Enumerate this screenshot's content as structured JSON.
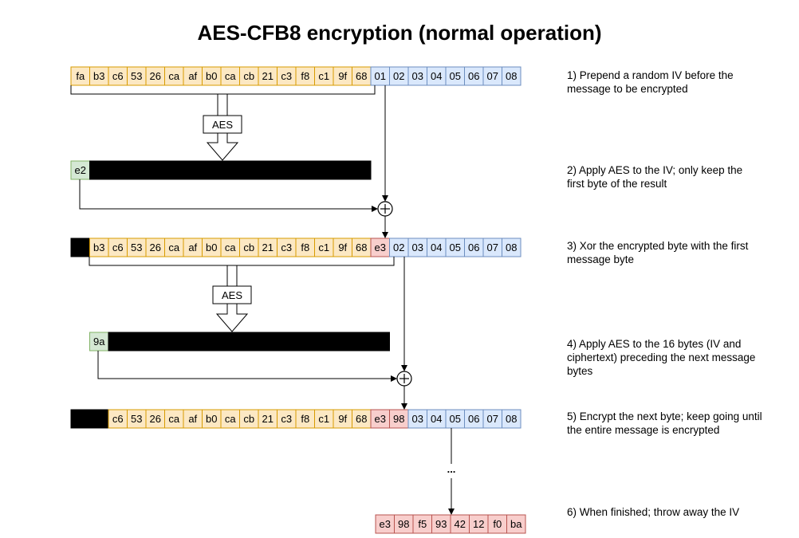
{
  "title": "AES-CFB8 encryption (normal operation)",
  "colors": {
    "iv_fill": "#fce8c3",
    "iv_stroke": "#d79b00",
    "msg_fill": "#dae8fc",
    "msg_stroke": "#6c8ebf",
    "cipher_fill": "#f8cecc",
    "cipher_stroke": "#b85450",
    "aes_out_fill": "#d5e8d4",
    "aes_out_stroke": "#82b366",
    "black": "#000000"
  },
  "rows": [
    {
      "iv": [
        "fa",
        "b3",
        "c6",
        "53",
        "26",
        "ca",
        "af",
        "b0",
        "ca",
        "cb",
        "21",
        "c3",
        "f8",
        "c1",
        "9f",
        "68"
      ],
      "cipher": [],
      "msg": [
        "01",
        "02",
        "03",
        "04",
        "05",
        "06",
        "07",
        "08"
      ]
    },
    {
      "iv": [
        "b3",
        "c6",
        "53",
        "26",
        "ca",
        "af",
        "b0",
        "ca",
        "cb",
        "21",
        "c3",
        "f8",
        "c1",
        "9f",
        "68"
      ],
      "cipher": [
        "e3"
      ],
      "msg": [
        "02",
        "03",
        "04",
        "05",
        "06",
        "07",
        "08"
      ]
    },
    {
      "iv": [
        "c6",
        "53",
        "26",
        "ca",
        "af",
        "b0",
        "ca",
        "cb",
        "21",
        "c3",
        "f8",
        "c1",
        "9f",
        "68"
      ],
      "cipher": [
        "e3",
        "98"
      ],
      "msg": [
        "03",
        "04",
        "05",
        "06",
        "07",
        "08"
      ]
    }
  ],
  "aes_outputs": [
    "e2",
    "9a"
  ],
  "aes_label": "AES",
  "ellipsis": "...",
  "final_ciphertext": [
    "e3",
    "98",
    "f5",
    "93",
    "42",
    "12",
    "f0",
    "ba"
  ],
  "steps": [
    "1) Prepend a random IV before the message to be encrypted",
    "2) Apply AES to the IV; only keep the first byte of the result",
    "3) Xor the encrypted byte with the first message byte",
    "4) Apply AES to the 16 bytes (IV and ciphertext) preceding the next message bytes",
    "5) Encrypt the next byte; keep going until the entire message is encrypted",
    "6) When finished; throw away the IV"
  ]
}
